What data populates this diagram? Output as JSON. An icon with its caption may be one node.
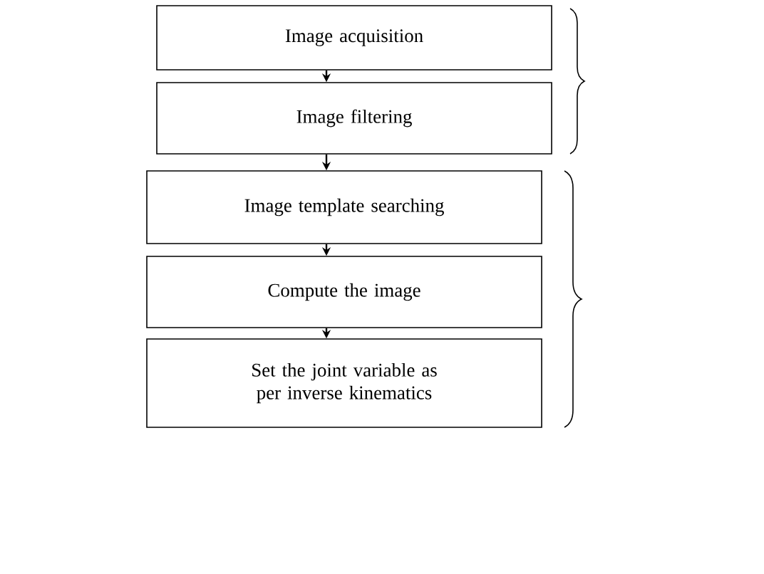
{
  "diagram": {
    "nodes": [
      {
        "text": [
          "Image acquisition"
        ]
      },
      {
        "text": [
          "Image filtering"
        ]
      },
      {
        "text": [
          "Image template searching"
        ]
      },
      {
        "text": [
          "Compute the image"
        ]
      },
      {
        "text": [
          "Set the joint variable as per inverse kinematics"
        ]
      }
    ],
    "edges": [
      {
        "from": 0,
        "to": 1,
        "arrow": "to"
      },
      {
        "from": 1,
        "to": 2,
        "arrow": "to"
      },
      {
        "from": 2,
        "to": 3,
        "arrow": "to"
      },
      {
        "from": 3,
        "to": 4,
        "arrow": "to"
      }
    ]
  }
}
